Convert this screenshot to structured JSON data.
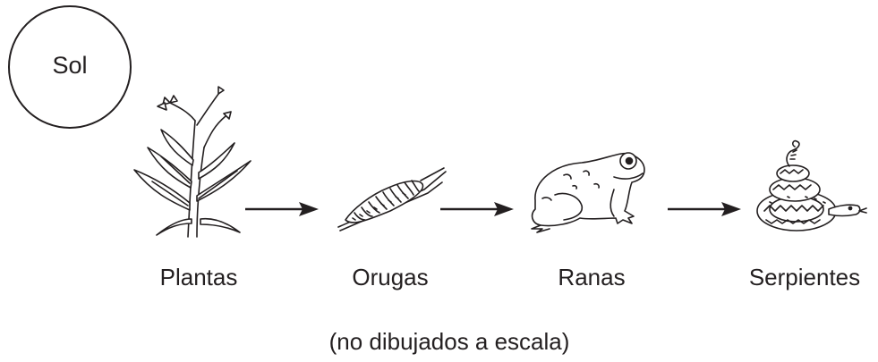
{
  "diagram": {
    "sun": {
      "label": "Sol"
    },
    "chain": [
      {
        "label": "Plantas",
        "icon": "plant-icon"
      },
      {
        "label": "Orugas",
        "icon": "caterpillar-icon"
      },
      {
        "label": "Ranas",
        "icon": "frog-icon"
      },
      {
        "label": "Serpientes",
        "icon": "snake-icon"
      }
    ],
    "arrows": [
      "arrow-right-icon",
      "arrow-right-icon",
      "arrow-right-icon"
    ],
    "note": "(no dibujados a escala)",
    "colors": {
      "ink": "#231f20",
      "background": "#ffffff"
    }
  }
}
